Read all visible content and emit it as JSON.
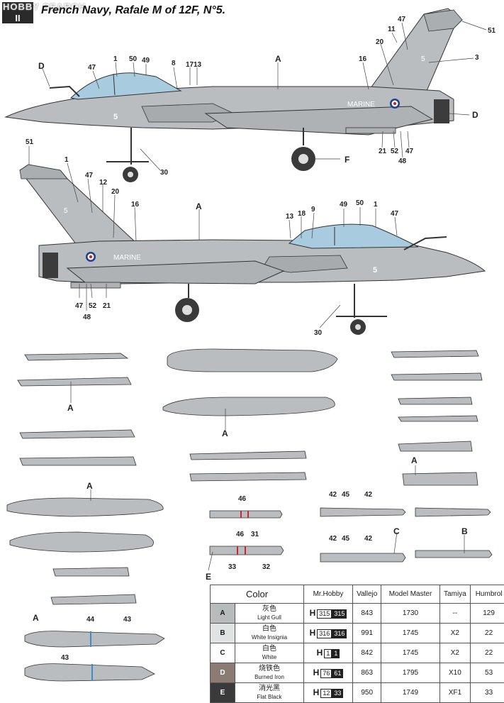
{
  "header": {
    "logo_text": "II",
    "watermark": "HOBBY SEARCH",
    "title": "French Navy, Rafale M of 12F, N°5."
  },
  "aircraft_top": {
    "callouts": [
      "D",
      "47",
      "1",
      "50",
      "49",
      "8",
      "17",
      "13",
      "A",
      "16",
      "20",
      "11",
      "47",
      "51",
      "3",
      "D",
      "F",
      "30",
      "21",
      "52",
      "47",
      "48"
    ],
    "marking_text": "MARINE",
    "number": "5"
  },
  "aircraft_bottom": {
    "callouts": [
      "51",
      "1",
      "47",
      "12",
      "20",
      "16",
      "A",
      "13",
      "18",
      "9",
      "49",
      "50",
      "1",
      "47",
      "47",
      "52",
      "21",
      "48",
      "30"
    ],
    "marking_text": "MARINE",
    "number": "5"
  },
  "parts_labels": {
    "a1": "A",
    "a2": "A",
    "a3": "A",
    "a4": "A",
    "a5": "A",
    "missile1": "46",
    "missile2_a": "46",
    "missile2_b": "31",
    "missile2_c": "33",
    "missile2_d": "32",
    "e_label": "E",
    "c_label": "C",
    "b_label": "B",
    "m42a": "42",
    "m45a": "45",
    "m42b": "42",
    "m42c": "42",
    "m45c": "45",
    "m42d": "42",
    "tank_44": "44",
    "tank_43a": "43",
    "tank_43b": "43"
  },
  "color_table": {
    "headers": [
      "Color",
      "Mr.Hobby",
      "Vallejo",
      "Model Master",
      "Tamiya",
      "Humbrol"
    ],
    "rows": [
      {
        "swatch": "A",
        "swatch_color": "#b7bbbc",
        "name_cn": "灰色",
        "name_en": "Light Gull",
        "hobby_prefix": "H",
        "hobby_a": "315",
        "hobby_b": "315",
        "vallejo": "843",
        "model_master": "1730",
        "tamiya": "--",
        "humbrol": "129"
      },
      {
        "swatch": "B",
        "swatch_color": "#dfe3e4",
        "name_cn": "白色",
        "name_en": "White Insignia",
        "hobby_prefix": "H",
        "hobby_a": "316",
        "hobby_b": "316",
        "vallejo": "991",
        "model_master": "1745",
        "tamiya": "X2",
        "humbrol": "22"
      },
      {
        "swatch": "C",
        "swatch_color": "#ffffff",
        "name_cn": "白色",
        "name_en": "White",
        "hobby_prefix": "H",
        "hobby_a": "1",
        "hobby_b": "1",
        "vallejo": "842",
        "model_master": "1745",
        "tamiya": "X2",
        "humbrol": "22"
      },
      {
        "swatch": "D",
        "swatch_color": "#8a7b73",
        "name_cn": "烧铁色",
        "name_en": "Burned Iron",
        "hobby_prefix": "H",
        "hobby_a": "76",
        "hobby_b": "61",
        "vallejo": "863",
        "model_master": "1795",
        "tamiya": "X10",
        "humbrol": "53"
      },
      {
        "swatch": "E",
        "swatch_color": "#3a3a3a",
        "name_cn": "消光黑",
        "name_en": "Flat Black",
        "hobby_prefix": "H",
        "hobby_a": "12",
        "hobby_b": "33",
        "vallejo": "950",
        "model_master": "1749",
        "tamiya": "XF1",
        "humbrol": "33"
      }
    ]
  },
  "colors": {
    "airframe": "#b9bdc0",
    "airframe_dark": "#8e9497",
    "canopy": "#a9cbe0",
    "outline": "#333333",
    "exhaust": "#3c3c3c",
    "roundel_red": "#c8282d",
    "roundel_blue": "#1f3f8f",
    "callout_line": "#444444",
    "stripe_blue": "#3a8fd0"
  }
}
